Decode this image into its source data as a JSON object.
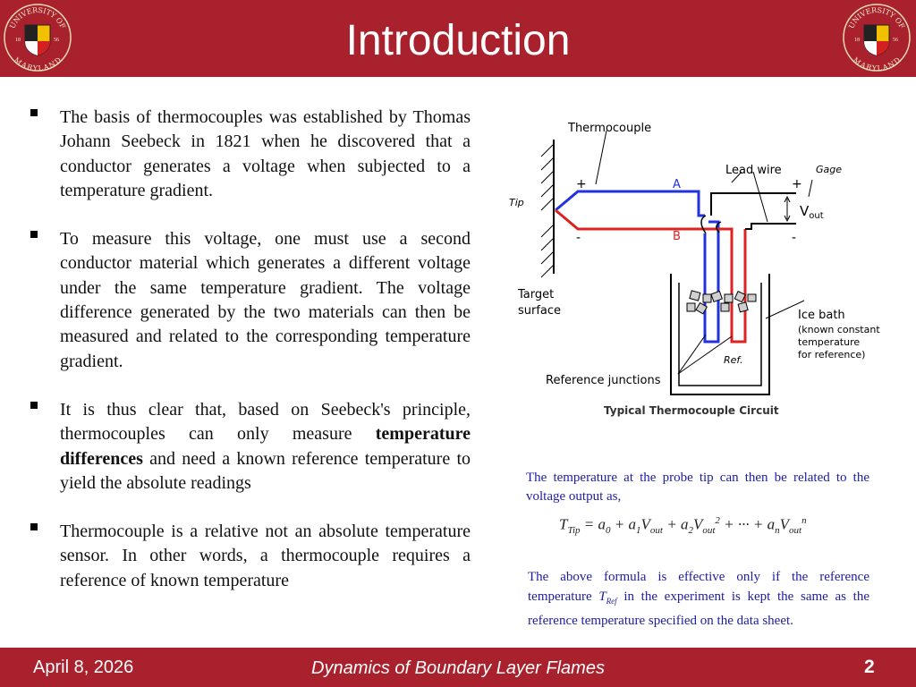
{
  "header": {
    "title": "Introduction",
    "logo": {
      "top": "UNIVERSITY OF",
      "bottom": "MARYLAND",
      "year_left": "18",
      "year_right": "56"
    },
    "color": "#a8212d"
  },
  "bullets": [
    {
      "text": "The basis of thermocouples was established by Thomas Johann Seebeck in 1821 when he discovered that a conductor generates a voltage when subjected to a temperature gradient."
    },
    {
      "text": "To measure this voltage, one must use a second conductor material which generates a different voltage under the same temperature gradient. The voltage difference generated by the two materials can then be measured and related to the corresponding temperature gradient."
    },
    {
      "pre": "It is thus clear that, based on Seebeck's principle, thermocouples can only measure ",
      "bold": "temperature differences",
      "post": " and need a known reference temperature to yield the absolute readings"
    },
    {
      "text": "Thermocouple is a relative not an absolute temperature sensor. In other words, a thermocouple requires a reference of known temperature"
    }
  ],
  "diagram": {
    "thermocouple": "Thermocouple",
    "lead_wire": "Lead wire",
    "gage": "Gage",
    "tip": "Tip",
    "a": "A",
    "b": "B",
    "plus": "+",
    "minus": "-",
    "vout": "V",
    "vout_sub": "out",
    "target_1": "Target",
    "target_2": "surface",
    "ice_1": "Ice bath",
    "ice_2": "(known constant",
    "ice_3": "temperature",
    "ice_4": "for reference)",
    "ref": "Ref.",
    "ref_junctions": "Reference junctions",
    "caption": "Typical Thermocouple Circuit",
    "colors": {
      "wire_a": "#2233dd",
      "wire_b": "#dd2222"
    }
  },
  "notes": {
    "note1": "The temperature at the probe tip can then be related to the voltage output as,",
    "formula": {
      "T": "T",
      "tip": "Tip",
      "eq": " = ",
      "a": "a",
      "zero": "0",
      "plus": " + ",
      "one": "1",
      "v": "V",
      "out": "out",
      "two": "2",
      "dots": " + ··· + ",
      "n": "n"
    },
    "note2_pre": "The above formula is effective only if the reference temperature ",
    "note2_T": "T",
    "note2_ref": "Ref",
    "note2_post": " in the experiment is kept the same as the reference temperature specified on the data sheet."
  },
  "footer": {
    "date": "April 8, 2026",
    "title": "Dynamics of Boundary Layer Flames",
    "page": "2"
  }
}
